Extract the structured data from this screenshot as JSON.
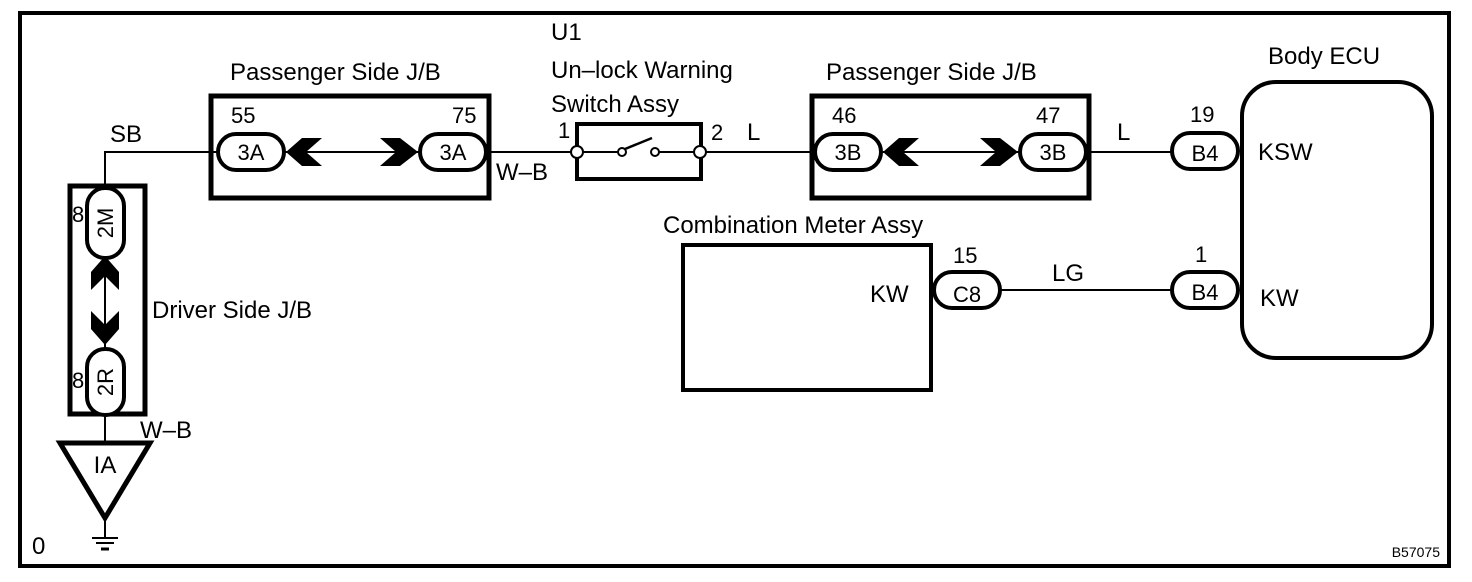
{
  "diagram": {
    "figure_id": "B57075",
    "page_marker": "0",
    "components": {
      "passenger_jb_left": {
        "title": "Passenger Side J/B",
        "pins": [
          {
            "pin": "55",
            "connector": "3A"
          },
          {
            "pin": "75",
            "connector": "3A"
          }
        ]
      },
      "switch": {
        "code": "U1",
        "title_line1": "Un–lock Warning",
        "title_line2": "Switch Assy",
        "pin_left": "1",
        "pin_right": "2"
      },
      "passenger_jb_right": {
        "title": "Passenger Side J/B",
        "pins": [
          {
            "pin": "46",
            "connector": "3B"
          },
          {
            "pin": "47",
            "connector": "3B"
          }
        ]
      },
      "body_ecu": {
        "title": "Body ECU",
        "terminals": [
          {
            "name": "KSW",
            "pin": "19",
            "connector": "B4"
          },
          {
            "name": "KW",
            "pin": "1",
            "connector": "B4"
          }
        ]
      },
      "combination_meter": {
        "title": "Combination Meter Assy",
        "terminal": "KW",
        "pin": "15",
        "connector": "C8"
      },
      "driver_jb": {
        "title": "Driver Side J/B",
        "pins": [
          {
            "pin": "8",
            "connector": "2M"
          },
          {
            "pin": "8",
            "connector": "2R"
          }
        ]
      },
      "ground": {
        "label": "IA"
      }
    },
    "wires": {
      "sb": "SB",
      "wb_top": "W–B",
      "l_switch": "L",
      "l_ecu": "L",
      "lg": "LG",
      "wb_ground": "W–B"
    }
  }
}
